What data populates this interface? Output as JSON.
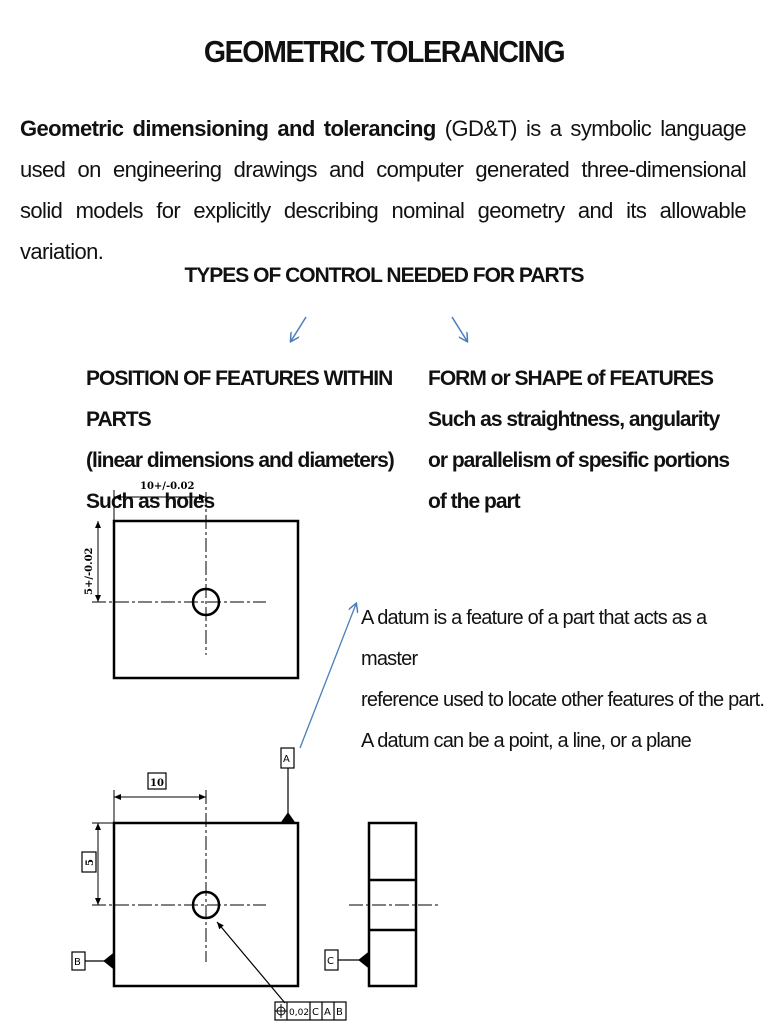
{
  "title": "GEOMETRIC TOLERANCING",
  "intro": {
    "bold_term": "Geometric dimensioning and tolerancing",
    "rest": " (GD&T) is a symbolic language used on engineering drawings and computer generated three-dimensional solid models for explicitly describing nominal geometry and its allowable variation."
  },
  "types_heading": "TYPES OF CONTROL NEEDED FOR PARTS",
  "left_block": {
    "line1": "POSITION OF FEATURES WITHIN PARTS",
    "line2": "(linear dimensions and diameters)",
    "line3": "Such as holes"
  },
  "right_block": {
    "line1": "FORM or SHAPE of  FEATURES",
    "line2": "Such as straightness, angularity",
    "line3": "or parallelism of spesific portions",
    "line4": "of the part"
  },
  "datum_note": {
    "line1": "A datum is a feature of a part that acts as a master",
    "line2": "reference used to locate other features of the part.",
    "line3": "A datum can be a point, a line, or a plane"
  },
  "drawing1": {
    "dim_horizontal": "10+/-0.02",
    "dim_vertical": "5+/-0.02"
  },
  "drawing2": {
    "dim_horizontal": "10",
    "dim_vertical": "5",
    "datum_a": "A",
    "datum_b": "B",
    "datum_c": "C",
    "fcf_tolerance": "0,02",
    "fcf_datum1": "C",
    "fcf_datum2": "A",
    "fcf_datum3": "B"
  },
  "colors": {
    "text": "#111111",
    "arrow_blue": "#4a7ebb",
    "drawing_line": "#000000"
  }
}
